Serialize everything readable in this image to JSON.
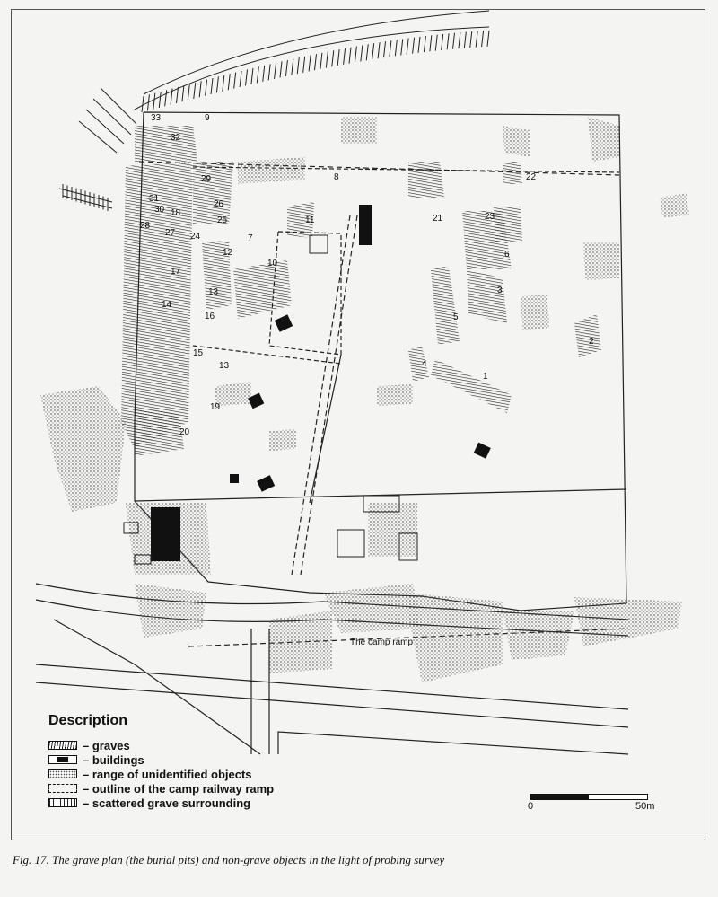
{
  "legend": {
    "title": "Description",
    "items": [
      {
        "key": "graves",
        "label": "– graves"
      },
      {
        "key": "buildings",
        "label": "– buildings"
      },
      {
        "key": "objects",
        "label": "– range of unidentified objects"
      },
      {
        "key": "railway",
        "label": "– outline of the camp railway ramp"
      },
      {
        "key": "scattered",
        "label": "– scattered grave surrounding"
      }
    ]
  },
  "scale": {
    "start": "0",
    "end": "50m"
  },
  "map": {
    "ramp_label": "The camp ramp",
    "grave_numbers": [
      "1",
      "2",
      "3",
      "4",
      "5",
      "6",
      "7",
      "8",
      "9",
      "10",
      "11",
      "12",
      "13",
      "13",
      "14",
      "15",
      "16",
      "17",
      "18",
      "19",
      "20",
      "21",
      "22",
      "23",
      "24",
      "25",
      "26",
      "27",
      "28",
      "29",
      "30",
      "31",
      "32",
      "33"
    ]
  },
  "caption": "Fig. 17. The grave plan (the burial pits) and non-grave objects in the light of probing survey",
  "colors": {
    "ink": "#111111",
    "paper": "#f4f4f2",
    "stipple": "#555555"
  }
}
